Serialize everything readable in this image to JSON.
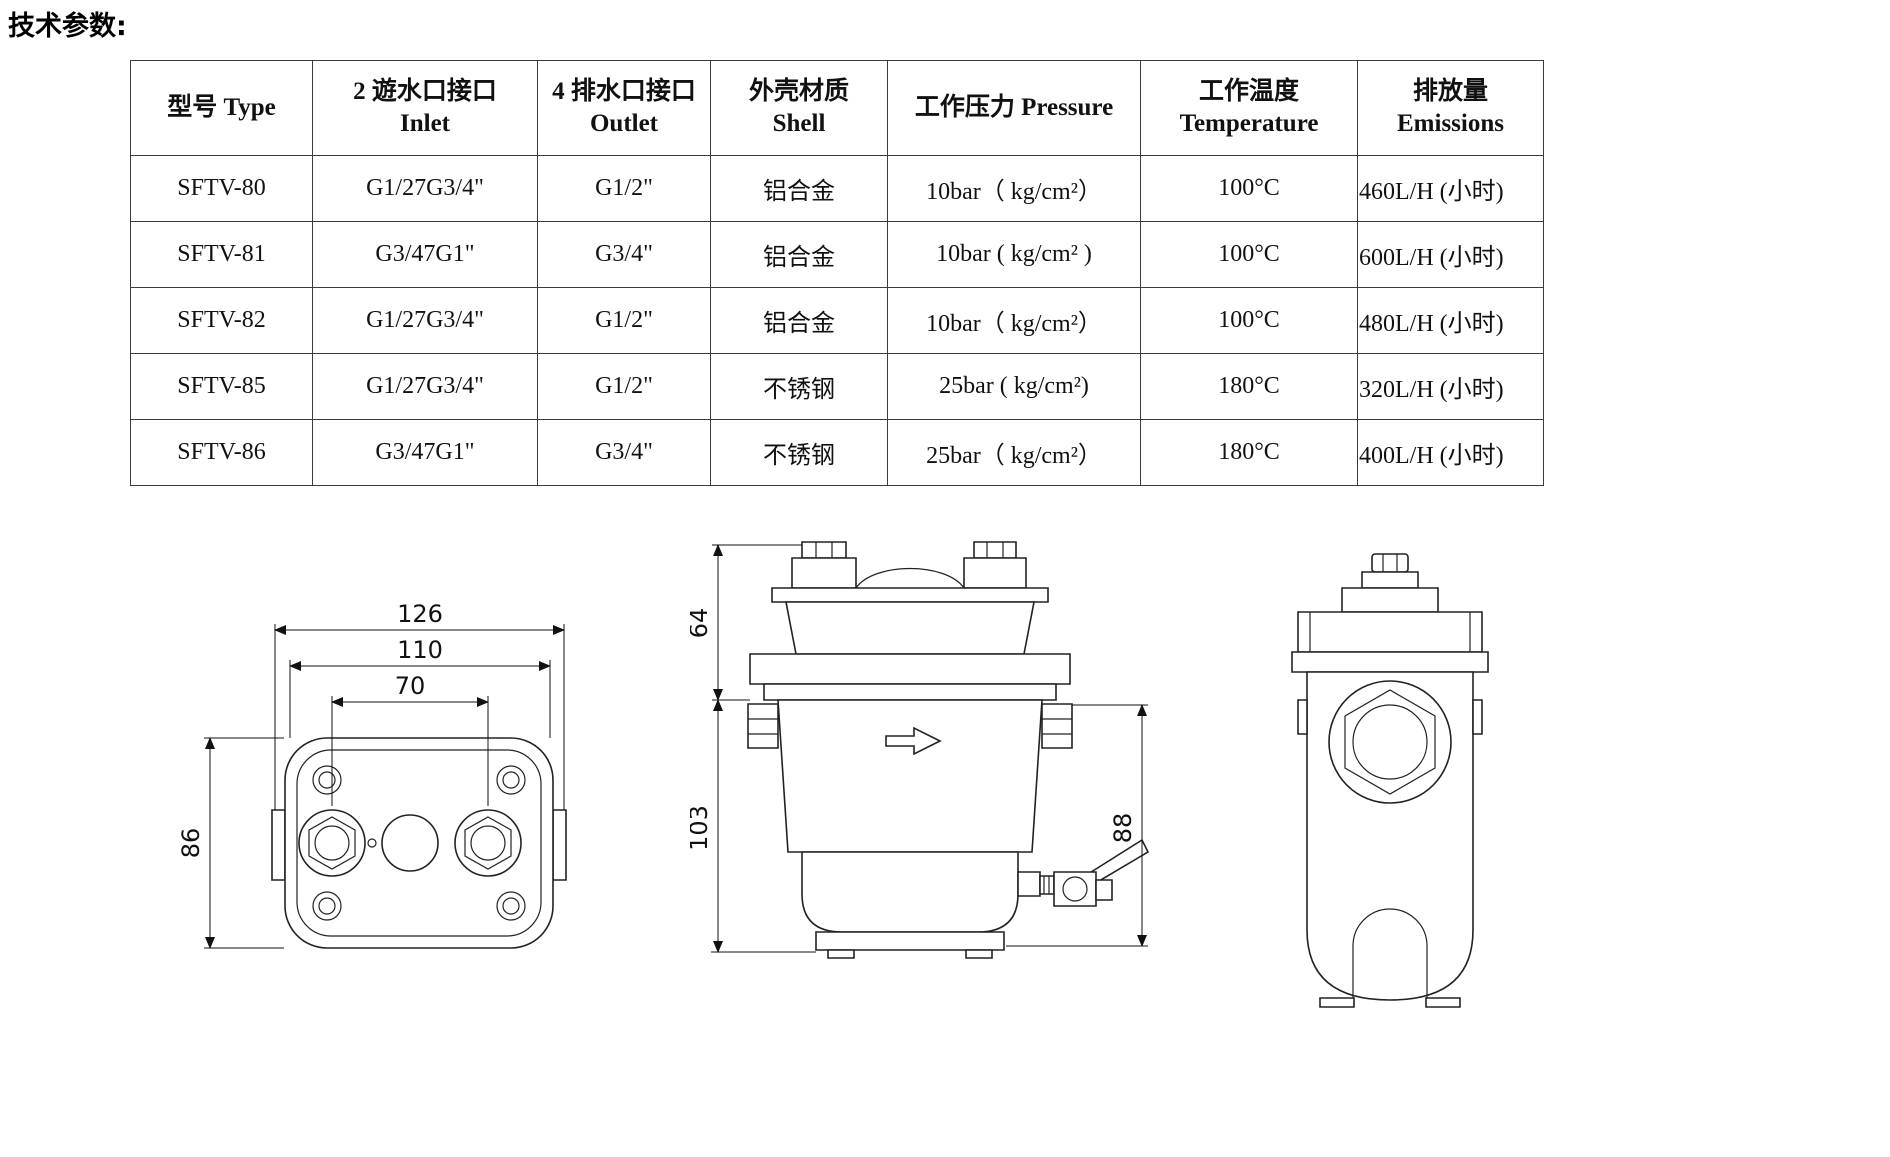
{
  "page": {
    "title": "技术参数:"
  },
  "table": {
    "headers": {
      "type": "型号 Type",
      "inlet": "2 遊水口接口\nInlet",
      "outlet": "4 排水口接口\nOutlet",
      "shell": "外壳材质\nShell",
      "pressure": "工作压力 Pressure",
      "temperature": "工作温度\nTemperature",
      "emissions": "排放量\nEmissions"
    },
    "rows": [
      {
        "type": "SFTV-80",
        "inlet": "G1/27G3/4\"",
        "outlet": "G1/2\"",
        "shell": "铝合金",
        "pressure": "10bar（ kg/cm²）",
        "temperature": "100°C",
        "emissions": "460L/H (小时)"
      },
      {
        "type": "SFTV-81",
        "inlet": "G3/47G1\"",
        "outlet": "G3/4\"",
        "shell": "铝合金",
        "pressure": "10bar ( kg/cm² )",
        "temperature": "100°C",
        "emissions": "600L/H (小时)"
      },
      {
        "type": "SFTV-82",
        "inlet": "G1/27G3/4\"",
        "outlet": "G1/2\"",
        "shell": "铝合金",
        "pressure": "10bar（ kg/cm²）",
        "temperature": "100°C",
        "emissions": "480L/H (小时)"
      },
      {
        "type": "SFTV-85",
        "inlet": "G1/27G3/4\"",
        "outlet": "G1/2\"",
        "shell": "不锈钢",
        "pressure": "25bar ( kg/cm²)",
        "temperature": "180°C",
        "emissions": "320L/H (小时)"
      },
      {
        "type": "SFTV-86",
        "inlet": "G3/47G1\"",
        "outlet": "G3/4\"",
        "shell": "不锈钢",
        "pressure": "25bar（ kg/cm²）",
        "temperature": "180°C",
        "emissions": "400L/H (小时)"
      }
    ]
  },
  "drawings": {
    "front_view": {
      "dim_126": "126",
      "dim_110": "110",
      "dim_70": "70",
      "dim_86": "86"
    },
    "side_view": {
      "dim_64": "64",
      "dim_103": "103",
      "dim_88": "88"
    }
  }
}
